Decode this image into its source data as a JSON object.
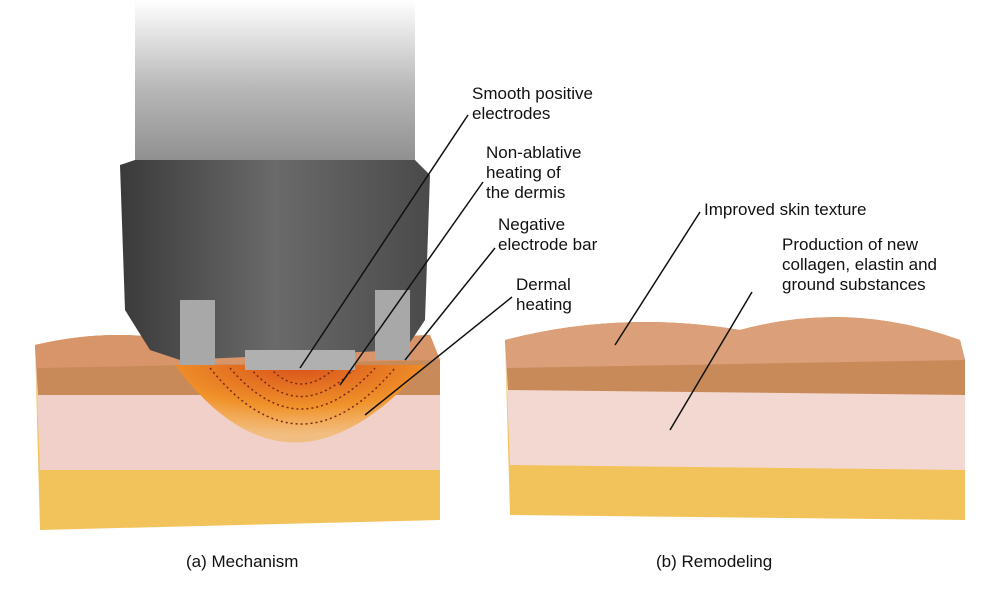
{
  "panels": [
    {
      "caption": "(a) Mechanism",
      "labels": [
        "Smooth positive\nelectrodes",
        "Non-ablative\nheating of\nthe dermis",
        "Negative\nelectrode bar",
        "Dermal\nheating"
      ]
    },
    {
      "caption": "(b) Remodeling",
      "labels": [
        "Improved skin texture",
        "Production of new\ncollagen, elastin and\nground substances"
      ]
    }
  ],
  "colors": {
    "skin_top": "#d9956a",
    "epidermis": "#c98a5a",
    "dermis": "#f0d0c8",
    "fat": "#f2c35a",
    "heat": "#f08a2a",
    "device": "#5a5a5a"
  }
}
